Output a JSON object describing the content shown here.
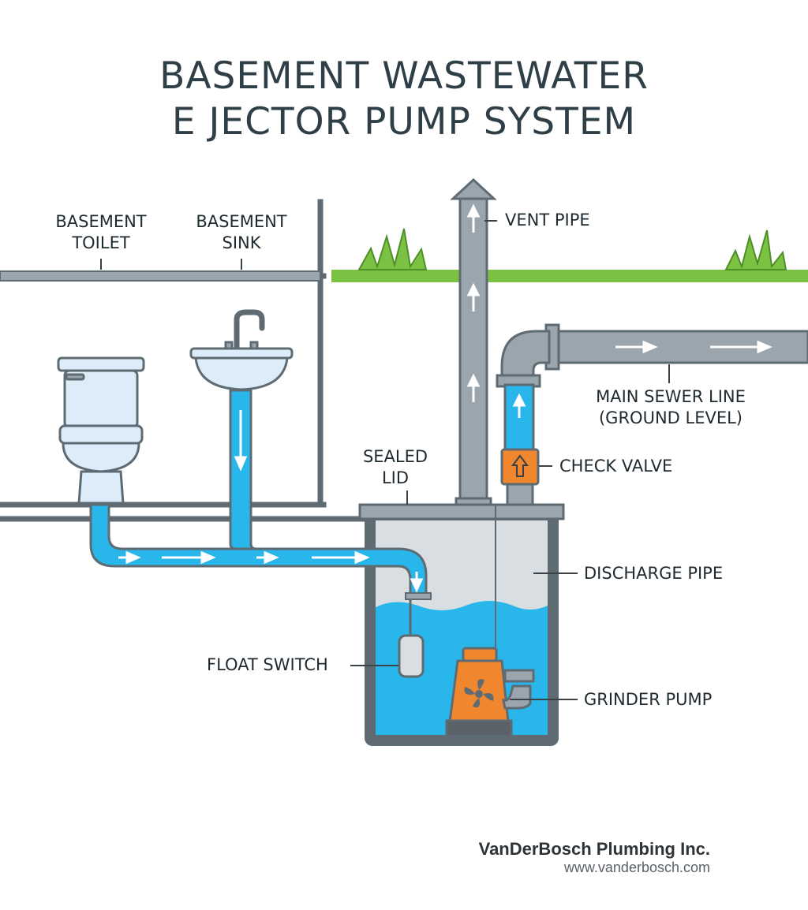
{
  "title": {
    "line1": "BASEMENT WASTEWATER",
    "line2": "E JECTOR PUMP SYSTEM"
  },
  "labels": {
    "toilet_line1": "BASEMENT",
    "toilet_line2": "TOILET",
    "sink_line1": "BASEMENT",
    "sink_line2": "SINK",
    "vent_pipe": "VENT PIPE",
    "main_sewer_line1": "MAIN SEWER LINE",
    "main_sewer_line2": "(GROUND LEVEL)",
    "sealed_lid_line1": "SEALED",
    "sealed_lid_line2": "LID",
    "check_valve": "CHECK VALVE",
    "discharge_pipe": "DISCHARGE PIPE",
    "float_switch": "FLOAT SWITCH",
    "grinder_pump": "GRINDER PUMP"
  },
  "footer": {
    "company": "VanDerBosch Plumbing Inc.",
    "url": "www.vanderbosch.com"
  },
  "colors": {
    "outline": "#5f6b73",
    "pipe_gray": "#9aa5ad",
    "water_blue": "#29b6ea",
    "grass_green": "#7cc242",
    "pump_orange": "#f0872f",
    "tank_fill": "#d9dee2"
  },
  "icons": [
    "toilet-icon",
    "sink-icon",
    "grinder-pump-icon",
    "float-switch-icon",
    "check-valve-icon",
    "grass-icon",
    "flow-arrow-icon"
  ]
}
